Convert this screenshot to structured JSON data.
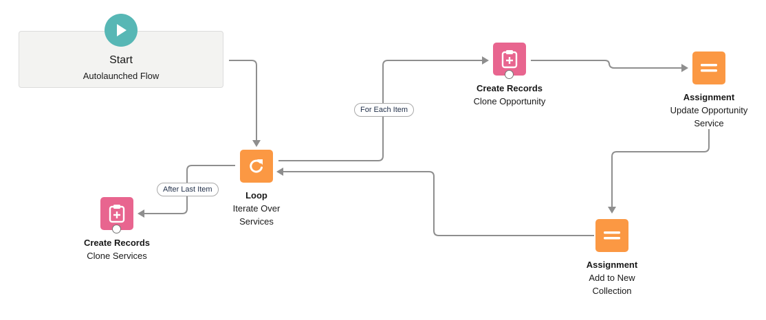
{
  "start": {
    "title": "Start",
    "subtitle": "Autolaunched Flow",
    "icon": "play-icon",
    "color": "#57b7b5"
  },
  "nodes": {
    "loop": {
      "type": "Loop",
      "name_line1": "Iterate Over",
      "name_line2": "Services",
      "icon": "loop-icon",
      "color": "#fb9843"
    },
    "create_opportunity": {
      "type": "Create Records",
      "name_line1": "Clone Opportunity",
      "icon": "create-record-icon",
      "color": "#e8658f"
    },
    "assign_update": {
      "type": "Assignment",
      "name_line1": "Update Opportunity",
      "name_line2": "Service",
      "icon": "assignment-icon",
      "color": "#fb9843"
    },
    "assign_add": {
      "type": "Assignment",
      "name_line1": "Add to New",
      "name_line2": "Collection",
      "icon": "assignment-icon",
      "color": "#fb9843"
    },
    "create_services": {
      "type": "Create Records",
      "name_line1": "Clone Services",
      "icon": "create-record-icon",
      "color": "#e8658f"
    }
  },
  "paths": {
    "for_each": "For Each Item",
    "after_last": "After Last Item"
  },
  "connector_color": "#8e8e8e"
}
